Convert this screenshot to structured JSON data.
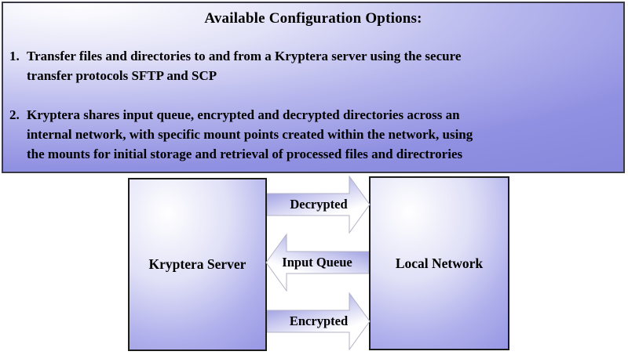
{
  "info_box": {
    "title": "Available Configuration Options:",
    "items": [
      {
        "number": "1.",
        "lines": [
          "Transfer files and directories to and from a Kryptera server using the secure",
          "transfer protocols SFTP and SCP"
        ]
      },
      {
        "number": "2.",
        "lines": [
          "Kryptera shares input queue, encrypted and decrypted directories across an",
          "internal network, with specific mount points created within the network, using",
          "the mounts for initial storage and retrieval of processed files and directrories"
        ]
      }
    ]
  },
  "diagram": {
    "left_box": {
      "label": "Kryptera Server"
    },
    "right_box": {
      "label": "Local Network"
    },
    "arrows": [
      {
        "label": "Decrypted",
        "direction": "right",
        "from": "Kryptera Server",
        "to": "Local Network"
      },
      {
        "label": "Input Queue",
        "direction": "left",
        "from": "Local Network",
        "to": "Kryptera Server"
      },
      {
        "label": "Encrypted",
        "direction": "right",
        "from": "Kryptera Server",
        "to": "Local Network"
      }
    ]
  },
  "colors": {
    "accent_purple": "#8c8ce1",
    "arrow_purple": "#7a7ad6",
    "panel_border": "#3a3a46",
    "box_border": "#1c1c1c",
    "text": "#000000",
    "background": "#ffffff"
  }
}
